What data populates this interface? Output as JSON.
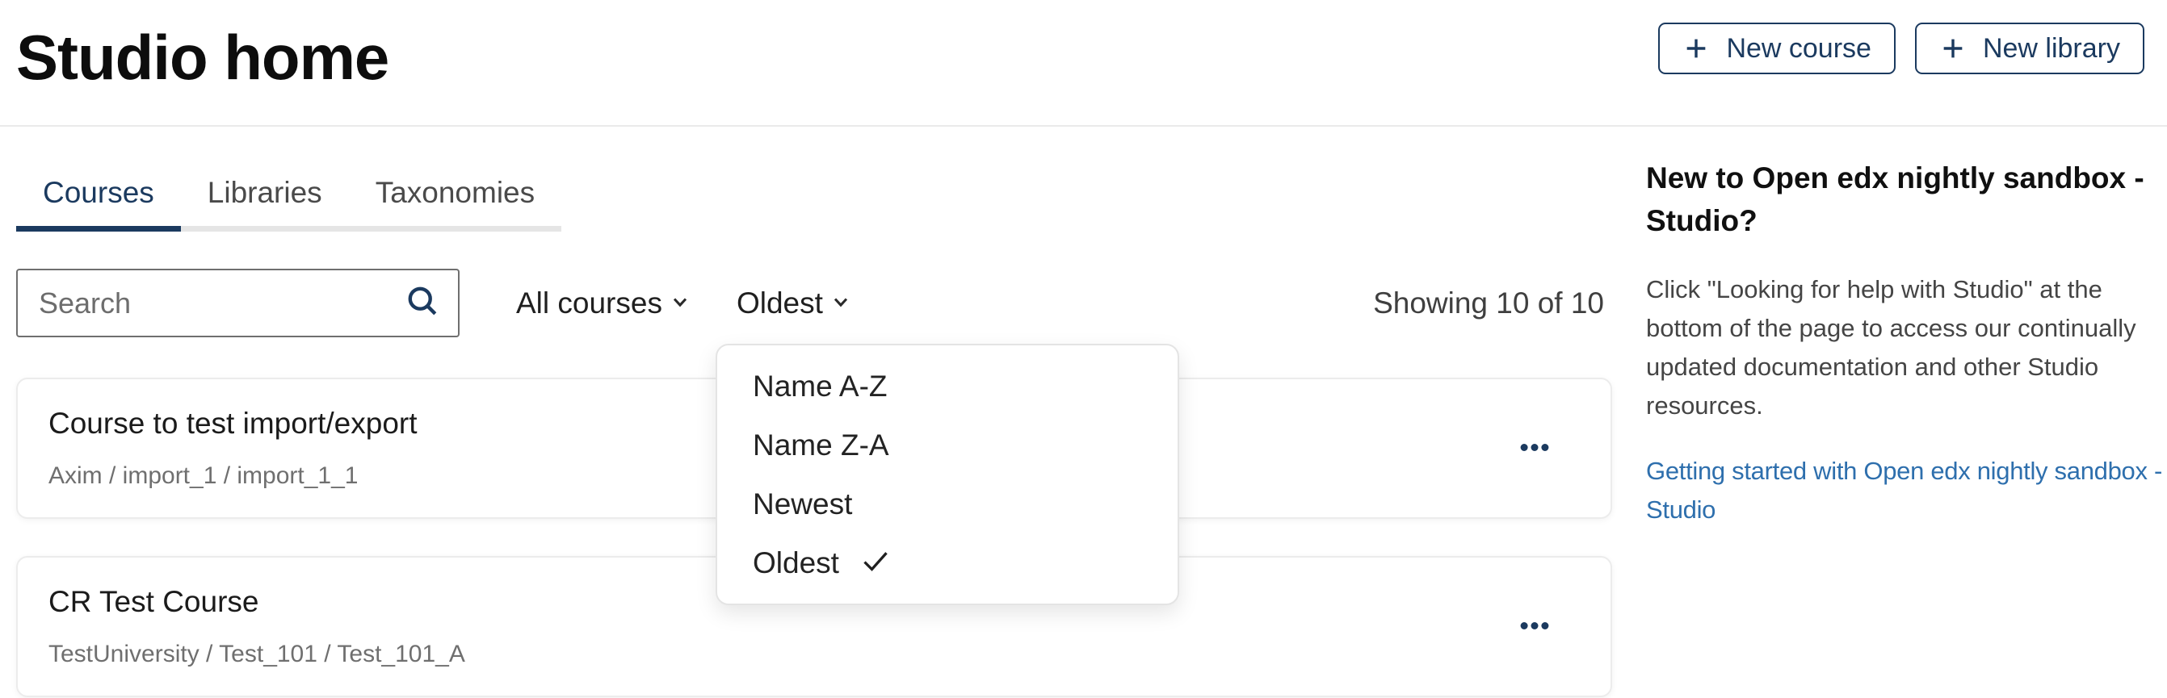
{
  "page": {
    "title": "Studio home"
  },
  "header": {
    "new_course_label": "New course",
    "new_library_label": "New library"
  },
  "tabs": [
    {
      "label": "Courses",
      "active": true
    },
    {
      "label": "Libraries",
      "active": false
    },
    {
      "label": "Taxonomies",
      "active": false
    }
  ],
  "filters": {
    "search_placeholder": "Search",
    "course_filter_label": "All courses",
    "sort_label": "Oldest",
    "results_count": "Showing 10 of 10"
  },
  "sort_menu": {
    "items": [
      {
        "label": "Name A-Z",
        "selected": false
      },
      {
        "label": "Name Z-A",
        "selected": false
      },
      {
        "label": "Newest",
        "selected": false
      },
      {
        "label": "Oldest",
        "selected": true
      }
    ]
  },
  "courses": [
    {
      "title": "Course to test import/export",
      "course_key": "Axim / import_1 / import_1_1"
    },
    {
      "title": "CR Test Course",
      "course_key": "TestUniversity / Test_101 / Test_101_A"
    }
  ],
  "help_panel": {
    "heading": "New to Open edx nightly sandbox - Studio?",
    "body": "Click \"Looking for help with Studio\" at the bottom of the page to access our continually updated documentation and other Studio resources.",
    "link_label": "Getting started with Open edx nightly sandbox - Studio"
  },
  "colors": {
    "primary_navy": "#1b3a5f",
    "link_blue": "#2e6fad"
  }
}
